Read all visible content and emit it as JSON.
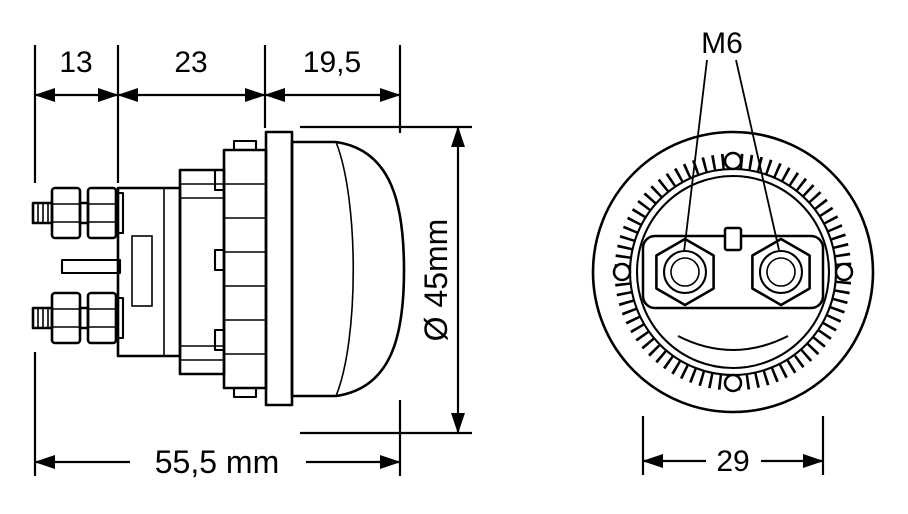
{
  "drawing": {
    "background": "#ffffff",
    "line_color": "#000000",
    "side_view": {
      "dim_stud_length": "13",
      "dim_body_length": "23",
      "dim_knob_length": "19,5",
      "dim_diameter": "Ø 45mm",
      "dim_overall_length": "55,5 mm"
    },
    "front_view": {
      "thread_label": "M6",
      "dim_stud_spacing": "29"
    }
  }
}
